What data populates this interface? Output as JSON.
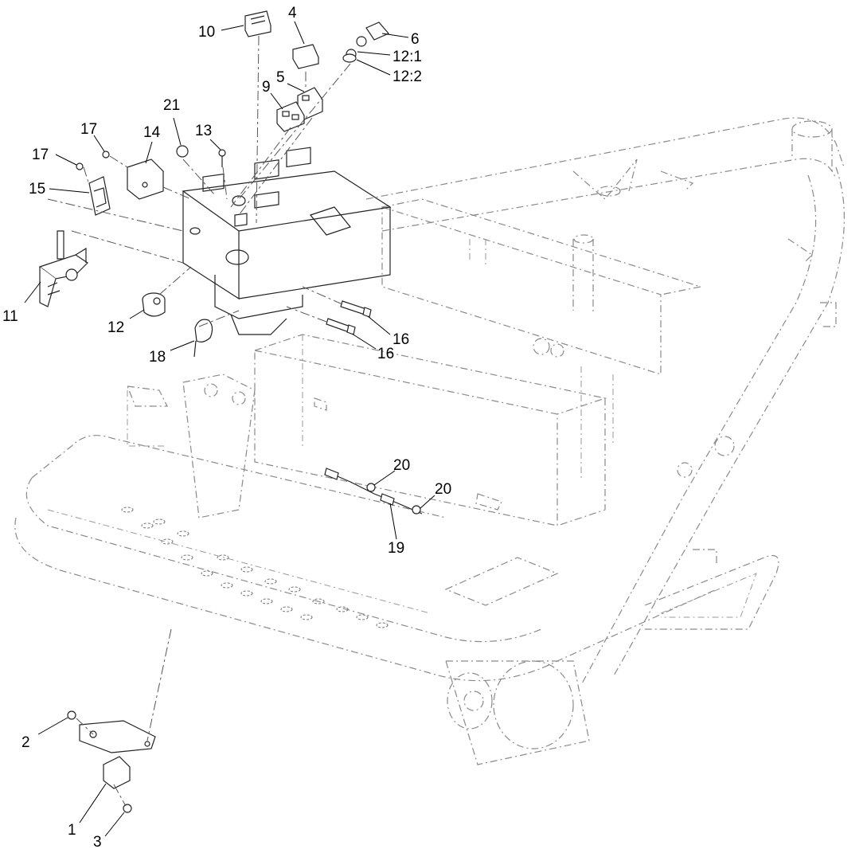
{
  "diagram": {
    "callouts": [
      {
        "id": "c10",
        "text": "10"
      },
      {
        "id": "c4",
        "text": "4"
      },
      {
        "id": "c6",
        "text": "6"
      },
      {
        "id": "c12_1",
        "text": "12:1"
      },
      {
        "id": "c12_2",
        "text": "12:2"
      },
      {
        "id": "c5",
        "text": "5"
      },
      {
        "id": "c9",
        "text": "9"
      },
      {
        "id": "c21",
        "text": "21"
      },
      {
        "id": "c17a",
        "text": "17"
      },
      {
        "id": "c14",
        "text": "14"
      },
      {
        "id": "c13",
        "text": "13"
      },
      {
        "id": "c17b",
        "text": "17"
      },
      {
        "id": "c15",
        "text": "15"
      },
      {
        "id": "c11",
        "text": "11"
      },
      {
        "id": "c12",
        "text": "12"
      },
      {
        "id": "c18",
        "text": "18"
      },
      {
        "id": "c16a",
        "text": "16"
      },
      {
        "id": "c16b",
        "text": "16"
      },
      {
        "id": "c20a",
        "text": "20"
      },
      {
        "id": "c20b",
        "text": "20"
      },
      {
        "id": "c19",
        "text": "19"
      },
      {
        "id": "c2",
        "text": "2"
      },
      {
        "id": "c1",
        "text": "1"
      },
      {
        "id": "c3",
        "text": "3"
      }
    ]
  }
}
